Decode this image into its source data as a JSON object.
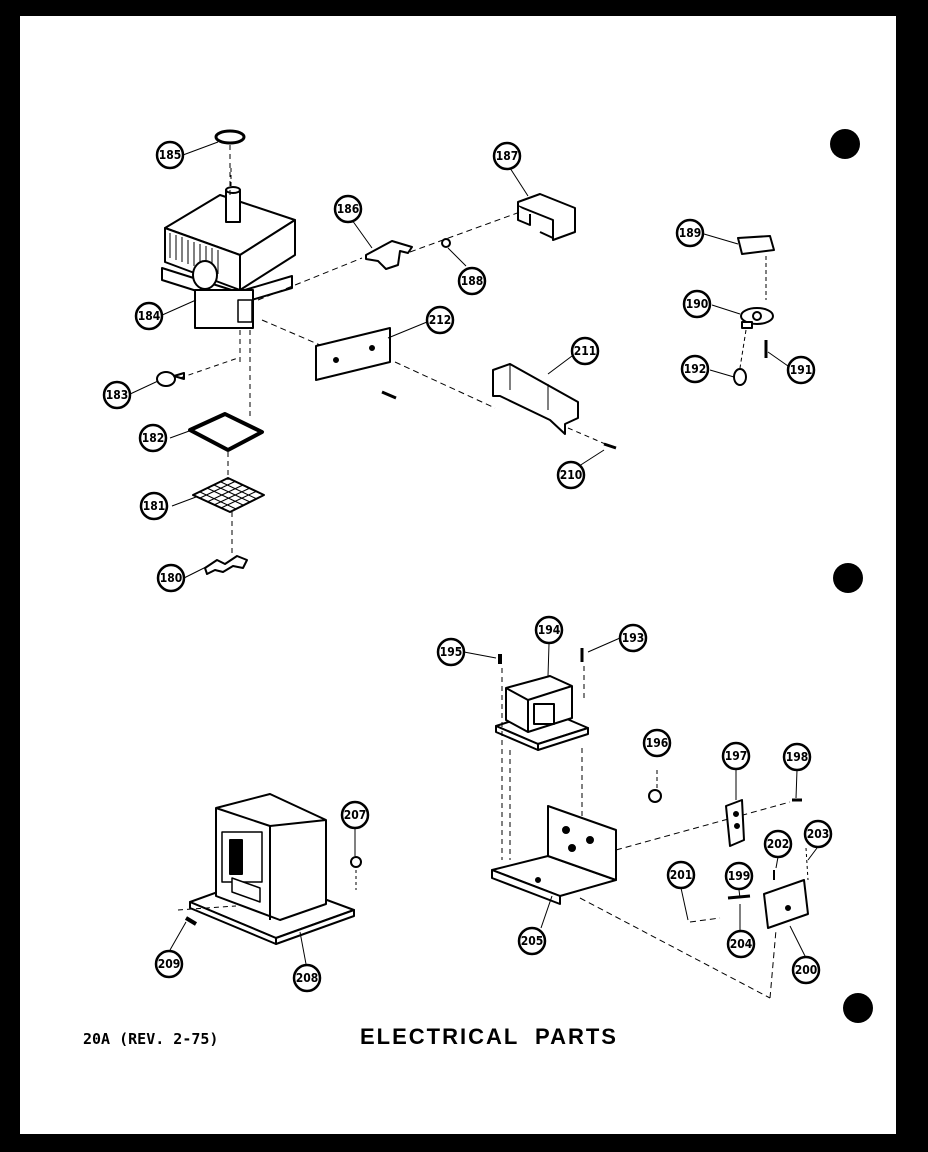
{
  "page": {
    "code": "20A (REV. 2-75)",
    "title": "ELECTRICAL PARTS"
  },
  "diagram": {
    "callouts": [
      "180",
      "181",
      "182",
      "183",
      "184",
      "185",
      "186",
      "187",
      "188",
      "189",
      "190",
      "191",
      "192",
      "193",
      "194",
      "195",
      "196",
      "197",
      "198",
      "199",
      "200",
      "201",
      "202",
      "203",
      "204",
      "205",
      "207",
      "208",
      "209",
      "210",
      "211",
      "212"
    ]
  }
}
